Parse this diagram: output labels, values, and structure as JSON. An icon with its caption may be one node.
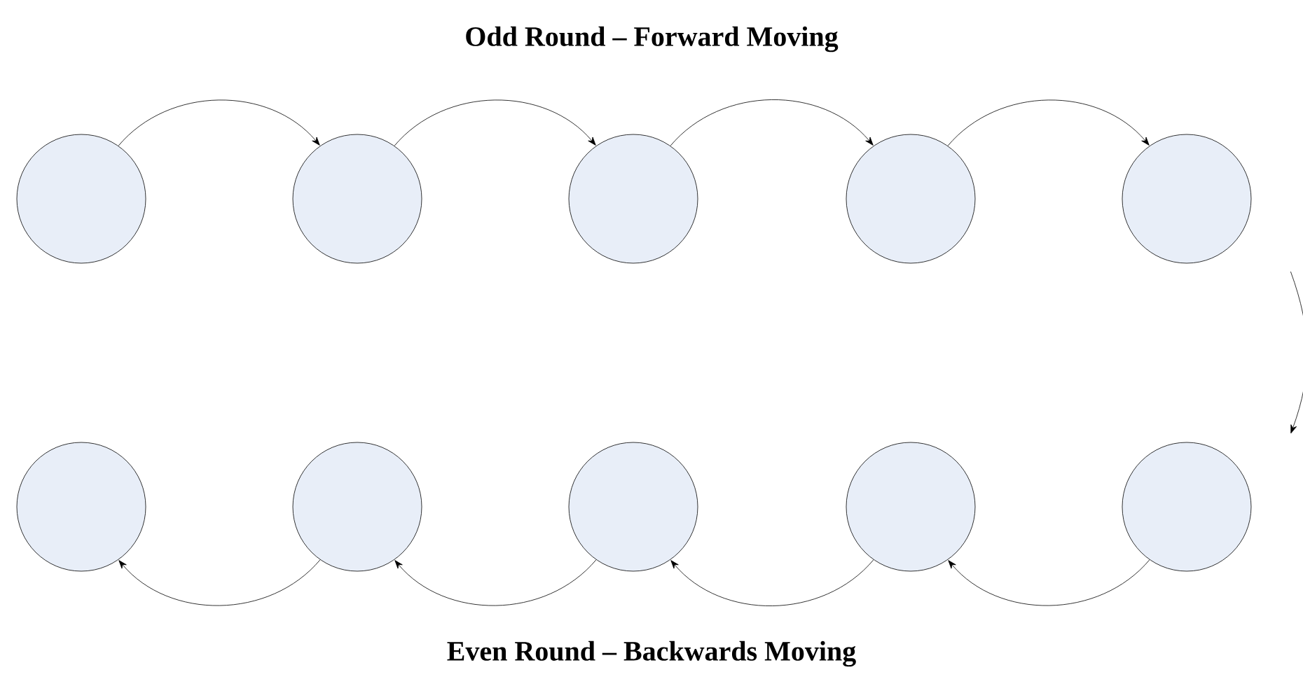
{
  "diagram": {
    "nodes": [
      {
        "text": [],
        "shape": "circle"
      },
      {
        "text": [],
        "shape": "circle"
      },
      {
        "text": [],
        "shape": "circle"
      },
      {
        "text": [],
        "shape": "circle"
      },
      {
        "text": [],
        "shape": "circle"
      },
      {
        "text": [],
        "shape": "circle"
      },
      {
        "text": [],
        "shape": "circle"
      },
      {
        "text": [],
        "shape": "circle"
      },
      {
        "text": [],
        "shape": "circle"
      },
      {
        "text": [],
        "shape": "circle"
      }
    ],
    "edges": [
      {
        "from": 0,
        "to": 1,
        "arrow": "to"
      },
      {
        "from": 1,
        "to": 2,
        "arrow": "to"
      },
      {
        "from": 2,
        "to": 3,
        "arrow": "to"
      },
      {
        "from": 3,
        "to": 4,
        "arrow": "to"
      },
      {
        "from": 4,
        "to": 9,
        "arrow": "to"
      },
      {
        "from": 9,
        "to": 8,
        "arrow": "to"
      },
      {
        "from": 8,
        "to": 7,
        "arrow": "to"
      },
      {
        "from": 7,
        "to": 6,
        "arrow": "to"
      },
      {
        "from": 6,
        "to": 5,
        "arrow": "to"
      }
    ],
    "labels": [
      "Odd Round – Forward Moving",
      "Even Round – Backwards Moving"
    ]
  }
}
